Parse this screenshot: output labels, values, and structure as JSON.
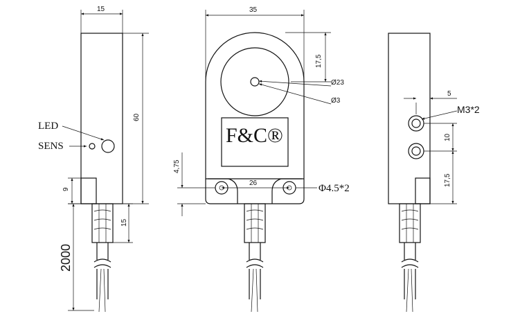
{
  "side_view": {
    "width_dim": "15",
    "height_dim": "60",
    "bottom_dim": "9",
    "cable_sleeve_dim": "15",
    "cable_length_dim": "2000",
    "led_label": "LED",
    "sens_label": "SENS"
  },
  "front_view": {
    "width_dim": "35",
    "top_dim": "17,5",
    "hole_diameter_dim": "Ø23",
    "center_hole_dim": "Ø3",
    "mount_height_dim": "4,75",
    "mount_spacing_dim": "26",
    "mount_hole_dim": "Φ4.5*2",
    "brand": "F&C®"
  },
  "back_view": {
    "offset_dim": "5",
    "thread_label": "M3*2",
    "spacing_dim": "10",
    "bottom_dim": "17,5"
  }
}
